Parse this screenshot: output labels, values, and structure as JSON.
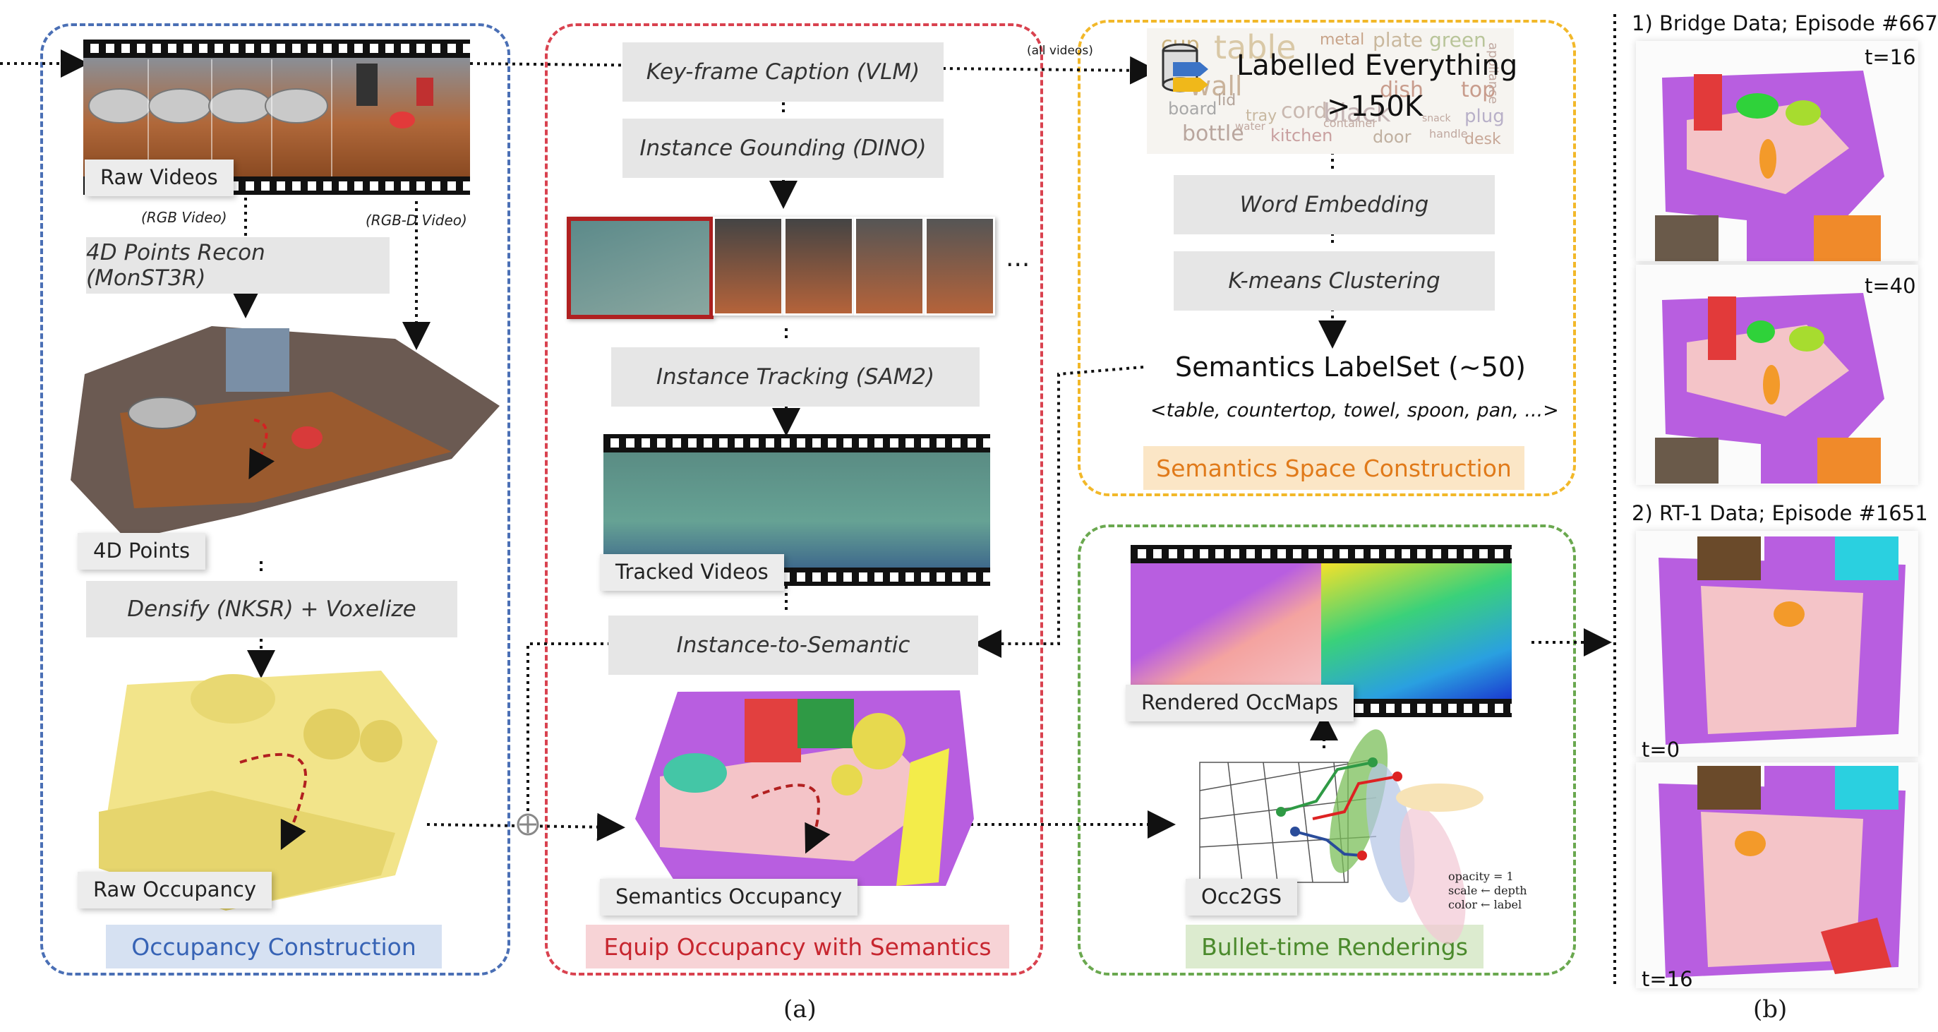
{
  "panels": {
    "occupancy": {
      "title": "Occupancy Construction",
      "color": "#4a6fb5",
      "title_bg": "#d6e1f2",
      "title_color": "#3763b5"
    },
    "semantics": {
      "title": "Equip Occupancy with Semantics",
      "color": "#d9424f",
      "title_bg": "#f7d3d6",
      "title_color": "#c7262f"
    },
    "space": {
      "title": "Semantics Space Construction",
      "color": "#f2b829",
      "title_bg": "#fbe6c6",
      "title_color": "#e07a1a"
    },
    "render": {
      "title": "Bullet-time Renderings",
      "color": "#6aa84f",
      "title_bg": "#dcebcf",
      "title_color": "#4b8a2c"
    }
  },
  "col1": {
    "raw_videos": "Raw Videos",
    "rgb_video": "(RGB Video)",
    "rgbd_video": "(RGB-D Video)",
    "recon": "4D Points Recon (MonST3R)",
    "points_4d": "4D Points",
    "densify": "Densify (NKSR) + Voxelize",
    "raw_occ": "Raw Occupancy"
  },
  "col2": {
    "caption_vlm": "Key-frame Caption (VLM)",
    "grounding": "Instance Gounding (DINO)",
    "ellipsis": "...",
    "tracking": "Instance Tracking (SAM2)",
    "tracked_videos": "Tracked Videos",
    "inst2sem": "Instance-to-Semantic",
    "sem_occ": "Semantics Occupancy"
  },
  "col3": {
    "all_videos": "(all videos)",
    "labelled": "Labelled Everything",
    "count": ">150K",
    "word_embedding": "Word Embedding",
    "kmeans": "K-means Clustering",
    "labelset": "Semantics LabelSet (~50)",
    "labels": "<table, countertop, towel, spoon, pan, ...>",
    "cloud_words": [
      "cup",
      "table",
      "metal",
      "plate",
      "green",
      "wall",
      "dish",
      "top",
      "board",
      "black",
      "cord",
      "bottle",
      "kitchen",
      "plug",
      "lid",
      "tray",
      "door",
      "desk",
      "container",
      "water",
      "handle",
      "snack",
      "appliance"
    ],
    "rendered_occmaps": "Rendered OccMaps",
    "occ2gs": "Occ2GS",
    "gs_legend": [
      "opacity = 1",
      "scale ← depth",
      "color ← label"
    ]
  },
  "right": {
    "bridge_title": "1) Bridge Data; Episode #667",
    "bridge_t1": "t=16",
    "bridge_t2": "t=40",
    "rt1_title": "2) RT-1 Data; Episode #1651",
    "rt1_t1": "t=0",
    "rt1_t2": "t=16"
  },
  "captions": {
    "a": "(a)",
    "b": "(b)"
  }
}
